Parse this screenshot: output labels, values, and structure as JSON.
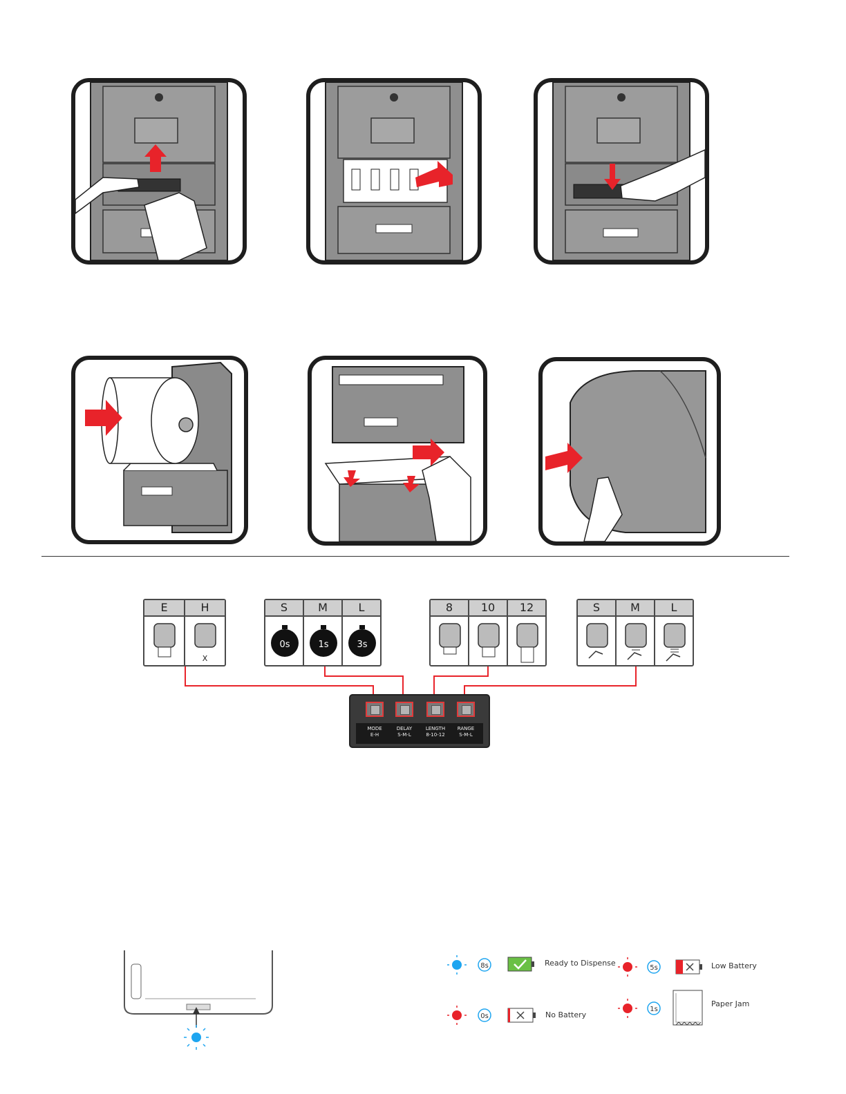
{
  "colors": {
    "arrow": "#e8232a",
    "frame": "#1e1e1e",
    "body_gray": "#9a9a9a",
    "led_blue": "#1ea5f0",
    "led_red": "#e8232a",
    "battery_green": "#6ac045"
  },
  "settings": {
    "mode": {
      "options": [
        "E",
        "H"
      ],
      "h_note": "X"
    },
    "delay": {
      "options": [
        "S",
        "M",
        "L"
      ],
      "timers": [
        "0s",
        "1s",
        "3s"
      ]
    },
    "length": {
      "options": [
        "8",
        "10",
        "12"
      ]
    },
    "range": {
      "options": [
        "S",
        "M",
        "L"
      ]
    }
  },
  "control_panel": {
    "buttons": [
      {
        "label": "MODE",
        "sub": "E-H"
      },
      {
        "label": "DELAY",
        "sub": "S-M-L"
      },
      {
        "label": "LENGTH",
        "sub": "8-10-12"
      },
      {
        "label": "RANGE",
        "sub": "S-M-L"
      }
    ]
  },
  "indicators": [
    {
      "led": "blue",
      "seconds": "8s",
      "icon": "battery-full-icon",
      "label": "Ready to Dispense"
    },
    {
      "led": "red",
      "seconds": "5s",
      "icon": "battery-low-icon",
      "label": "Low Battery"
    },
    {
      "led": "red",
      "seconds": "0s",
      "icon": "battery-empty-icon",
      "label": "No Battery"
    },
    {
      "led": "red",
      "seconds": "1s",
      "icon": "paper-jam-icon",
      "label": "Paper Jam"
    }
  ]
}
